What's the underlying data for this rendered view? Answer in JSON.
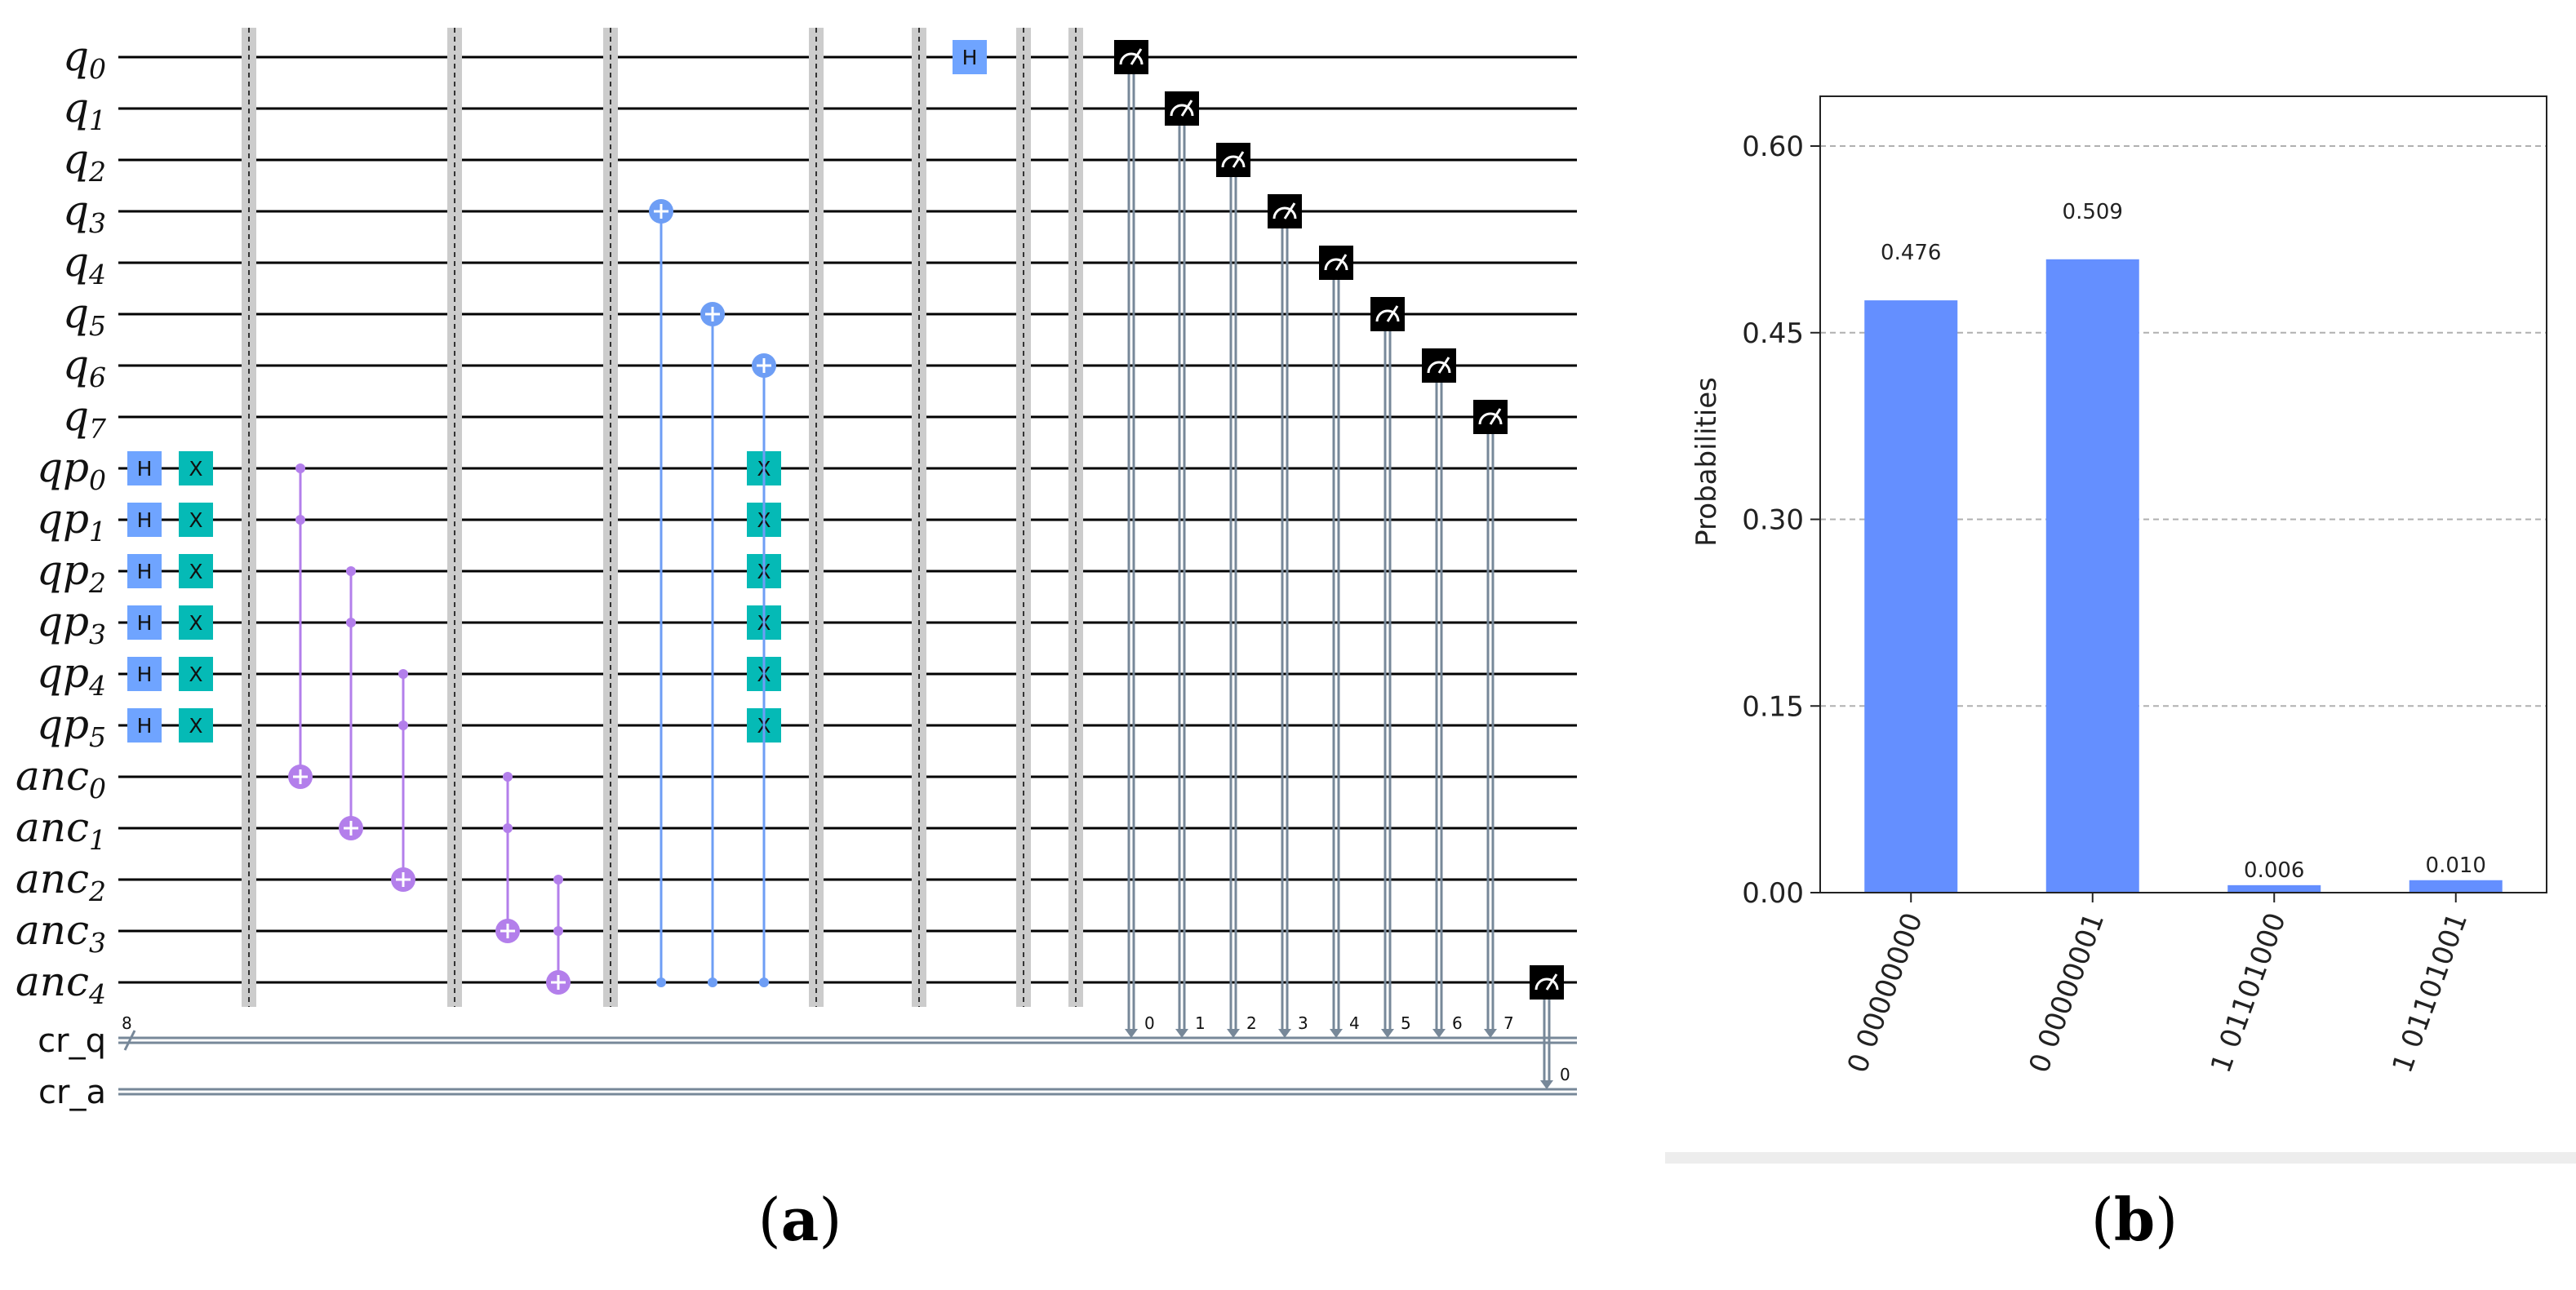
{
  "circuit": {
    "qubits": [
      {
        "base": "q",
        "sub": "0"
      },
      {
        "base": "q",
        "sub": "1"
      },
      {
        "base": "q",
        "sub": "2"
      },
      {
        "base": "q",
        "sub": "3"
      },
      {
        "base": "q",
        "sub": "4"
      },
      {
        "base": "q",
        "sub": "5"
      },
      {
        "base": "q",
        "sub": "6"
      },
      {
        "base": "q",
        "sub": "7"
      },
      {
        "base": "qp",
        "sub": "0"
      },
      {
        "base": "qp",
        "sub": "1"
      },
      {
        "base": "qp",
        "sub": "2"
      },
      {
        "base": "qp",
        "sub": "3"
      },
      {
        "base": "qp",
        "sub": "4"
      },
      {
        "base": "qp",
        "sub": "5"
      },
      {
        "base": "anc",
        "sub": "0"
      },
      {
        "base": "anc",
        "sub": "1"
      },
      {
        "base": "anc",
        "sub": "2"
      },
      {
        "base": "anc",
        "sub": "3"
      },
      {
        "base": "anc",
        "sub": "4"
      }
    ],
    "classical_registers": [
      {
        "name": "cr_q",
        "size_label": "8"
      },
      {
        "name": "cr_a",
        "size_label": ""
      }
    ],
    "gate_labels": {
      "hadamard": "H",
      "pauli_x": "X"
    },
    "single_gates": [
      {
        "type": "H",
        "qubit": 8,
        "step": 0
      },
      {
        "type": "X",
        "qubit": 8,
        "step": 1
      },
      {
        "type": "H",
        "qubit": 9,
        "step": 0
      },
      {
        "type": "X",
        "qubit": 9,
        "step": 1
      },
      {
        "type": "H",
        "qubit": 10,
        "step": 0
      },
      {
        "type": "X",
        "qubit": 10,
        "step": 1
      },
      {
        "type": "H",
        "qubit": 11,
        "step": 0
      },
      {
        "type": "X",
        "qubit": 11,
        "step": 1
      },
      {
        "type": "H",
        "qubit": 12,
        "step": 0
      },
      {
        "type": "X",
        "qubit": 12,
        "step": 1
      },
      {
        "type": "H",
        "qubit": 13,
        "step": 0
      },
      {
        "type": "X",
        "qubit": 13,
        "step": 1
      },
      {
        "type": "X",
        "qubit": 8,
        "step": 11
      },
      {
        "type": "X",
        "qubit": 9,
        "step": 11
      },
      {
        "type": "X",
        "qubit": 10,
        "step": 11
      },
      {
        "type": "X",
        "qubit": 11,
        "step": 11
      },
      {
        "type": "X",
        "qubit": 12,
        "step": 11
      },
      {
        "type": "X",
        "qubit": 13,
        "step": 11
      },
      {
        "type": "H",
        "qubit": 0,
        "step": 13
      }
    ],
    "controlled_gates": [
      {
        "controls": [
          8,
          9
        ],
        "target": 14,
        "step": 3,
        "color": "#b37feb"
      },
      {
        "controls": [
          10,
          11
        ],
        "target": 15,
        "step": 4,
        "color": "#b37feb"
      },
      {
        "controls": [
          12,
          13
        ],
        "target": 16,
        "step": 5,
        "color": "#b37feb"
      },
      {
        "controls": [
          14,
          15
        ],
        "target": 17,
        "step": 7,
        "color": "#b37feb"
      },
      {
        "controls": [
          16,
          17
        ],
        "target": 18,
        "step": 8,
        "color": "#b37feb"
      },
      {
        "controls": [
          18
        ],
        "target": 3,
        "step": 9,
        "color": "#6e9ef5"
      },
      {
        "controls": [
          18
        ],
        "target": 5,
        "step": 10,
        "color": "#6e9ef5"
      },
      {
        "controls": [
          18
        ],
        "target": 6,
        "step": 11,
        "color": "#6e9ef5"
      }
    ],
    "barriers_after_step": [
      1,
      5,
      8,
      10,
      12,
      13,
      14
    ],
    "measurements": [
      {
        "qubit": 0,
        "creg": 0,
        "bit": "0"
      },
      {
        "qubit": 1,
        "creg": 0,
        "bit": "1"
      },
      {
        "qubit": 2,
        "creg": 0,
        "bit": "2"
      },
      {
        "qubit": 3,
        "creg": 0,
        "bit": "3"
      },
      {
        "qubit": 4,
        "creg": 0,
        "bit": "4"
      },
      {
        "qubit": 5,
        "creg": 0,
        "bit": "5"
      },
      {
        "qubit": 6,
        "creg": 0,
        "bit": "6"
      },
      {
        "qubit": 7,
        "creg": 0,
        "bit": "7"
      },
      {
        "qubit": 18,
        "creg": 1,
        "bit": "0"
      }
    ],
    "colors": {
      "wire": "#000000",
      "classical_wire": "#778899",
      "barrier": "#cccccc",
      "h_gate": "#6fa4ff",
      "x_gate": "#05bab6",
      "measure_gate": "#000000"
    }
  },
  "chart_data": {
    "type": "bar",
    "categories": [
      "0 00000000",
      "0 00000001",
      "1 01101000",
      "1 01101001"
    ],
    "values": [
      0.476,
      0.509,
      0.006,
      0.01
    ],
    "value_labels": [
      "0.476",
      "0.509",
      "0.006",
      "0.010"
    ],
    "ylabel": "Probabilities",
    "xlabel": "",
    "ylim": [
      0,
      0.64
    ],
    "yticks": [
      0.0,
      0.15,
      0.3,
      0.45,
      0.6
    ],
    "ytick_labels": [
      "0.00",
      "0.15",
      "0.30",
      "0.45",
      "0.60"
    ],
    "grid": "horizontal dashed",
    "bar_color": "#648fff"
  },
  "panel_labels": {
    "a": "a",
    "b": "b"
  }
}
